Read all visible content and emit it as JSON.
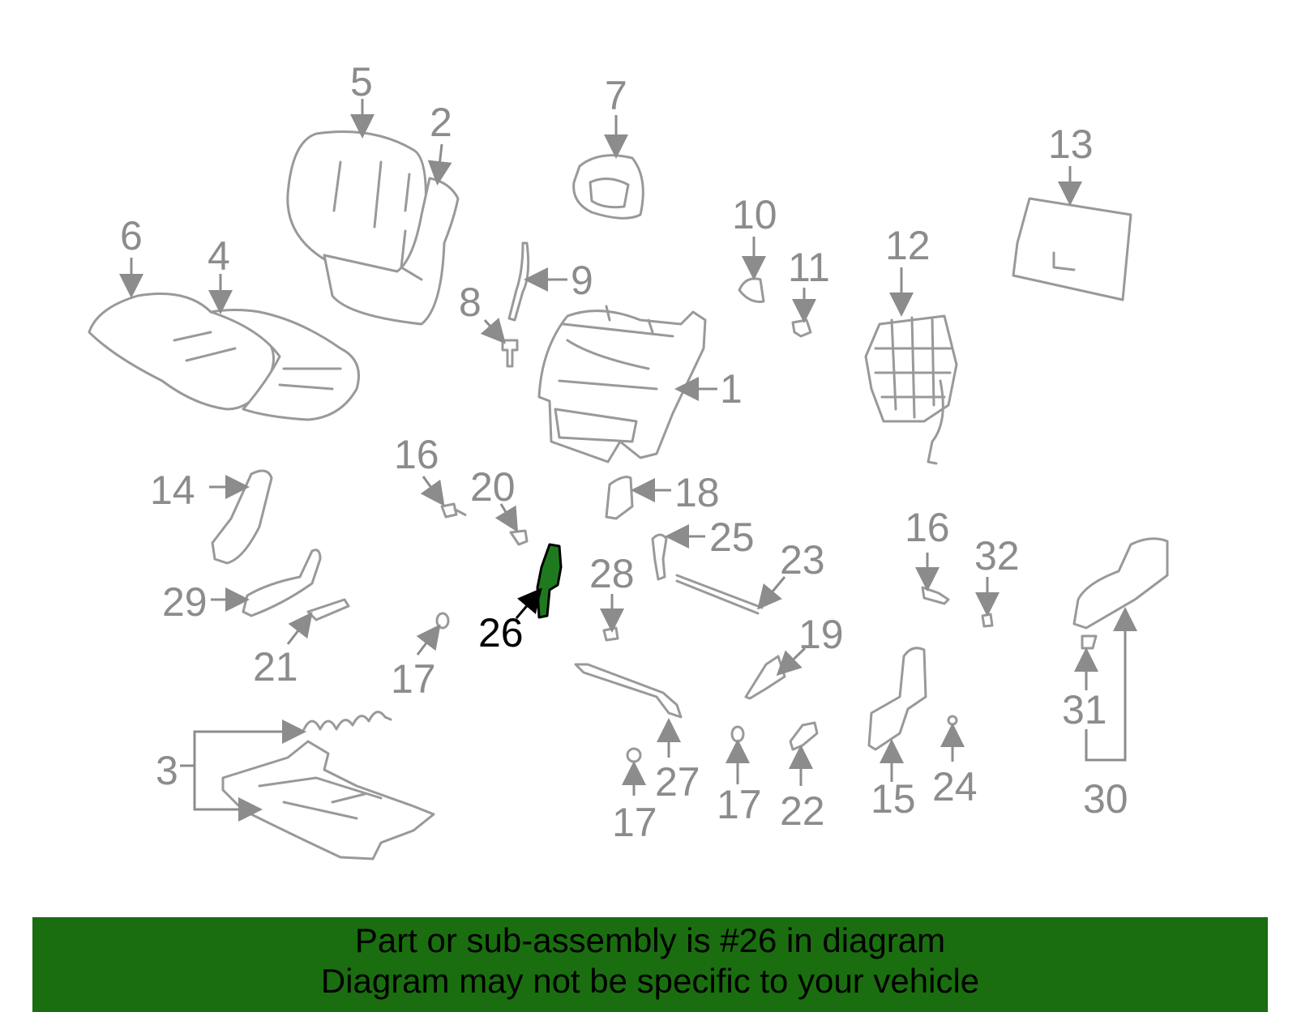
{
  "callouts": {
    "c1": "1",
    "c2": "2",
    "c3": "3",
    "c4": "4",
    "c5": "5",
    "c6": "6",
    "c7": "7",
    "c8": "8",
    "c9": "9",
    "c10": "10",
    "c11": "11",
    "c12": "12",
    "c13": "13",
    "c14": "14",
    "c15": "15",
    "c16a": "16",
    "c16b": "16",
    "c17a": "17",
    "c17b": "17",
    "c17c": "17",
    "c18": "18",
    "c19": "19",
    "c20": "20",
    "c21": "21",
    "c22": "22",
    "c23": "23",
    "c24": "24",
    "c25": "25",
    "c26": "26",
    "c27": "27",
    "c28": "28",
    "c29": "29",
    "c30": "30",
    "c31": "31",
    "c32": "32"
  },
  "highlight": {
    "part": "26",
    "color": "#1f7a1f"
  },
  "banner": {
    "line1": "Part or sub-assembly is #26 in diagram",
    "line2": "Diagram may not be specific to your vehicle",
    "background": "#1a6e0f"
  }
}
